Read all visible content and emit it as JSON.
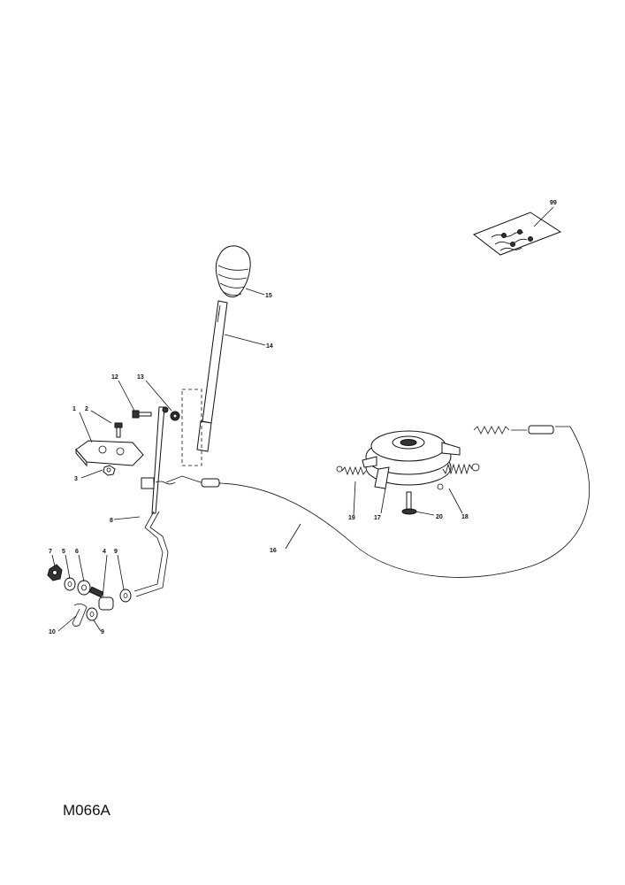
{
  "diagram": {
    "reference_code": "M066A",
    "part_labels": {
      "p1": "1",
      "p2": "2",
      "p3": "3",
      "p4": "4",
      "p5": "5",
      "p6": "6",
      "p7": "7",
      "p8": "8",
      "p9a": "9",
      "p9b": "9",
      "p10": "10",
      "p12": "12",
      "p13": "13",
      "p14": "14",
      "p15": "15",
      "p16": "16",
      "p17": "17",
      "p18": "18",
      "p19": "19",
      "p20": "20",
      "p99": "99"
    }
  }
}
